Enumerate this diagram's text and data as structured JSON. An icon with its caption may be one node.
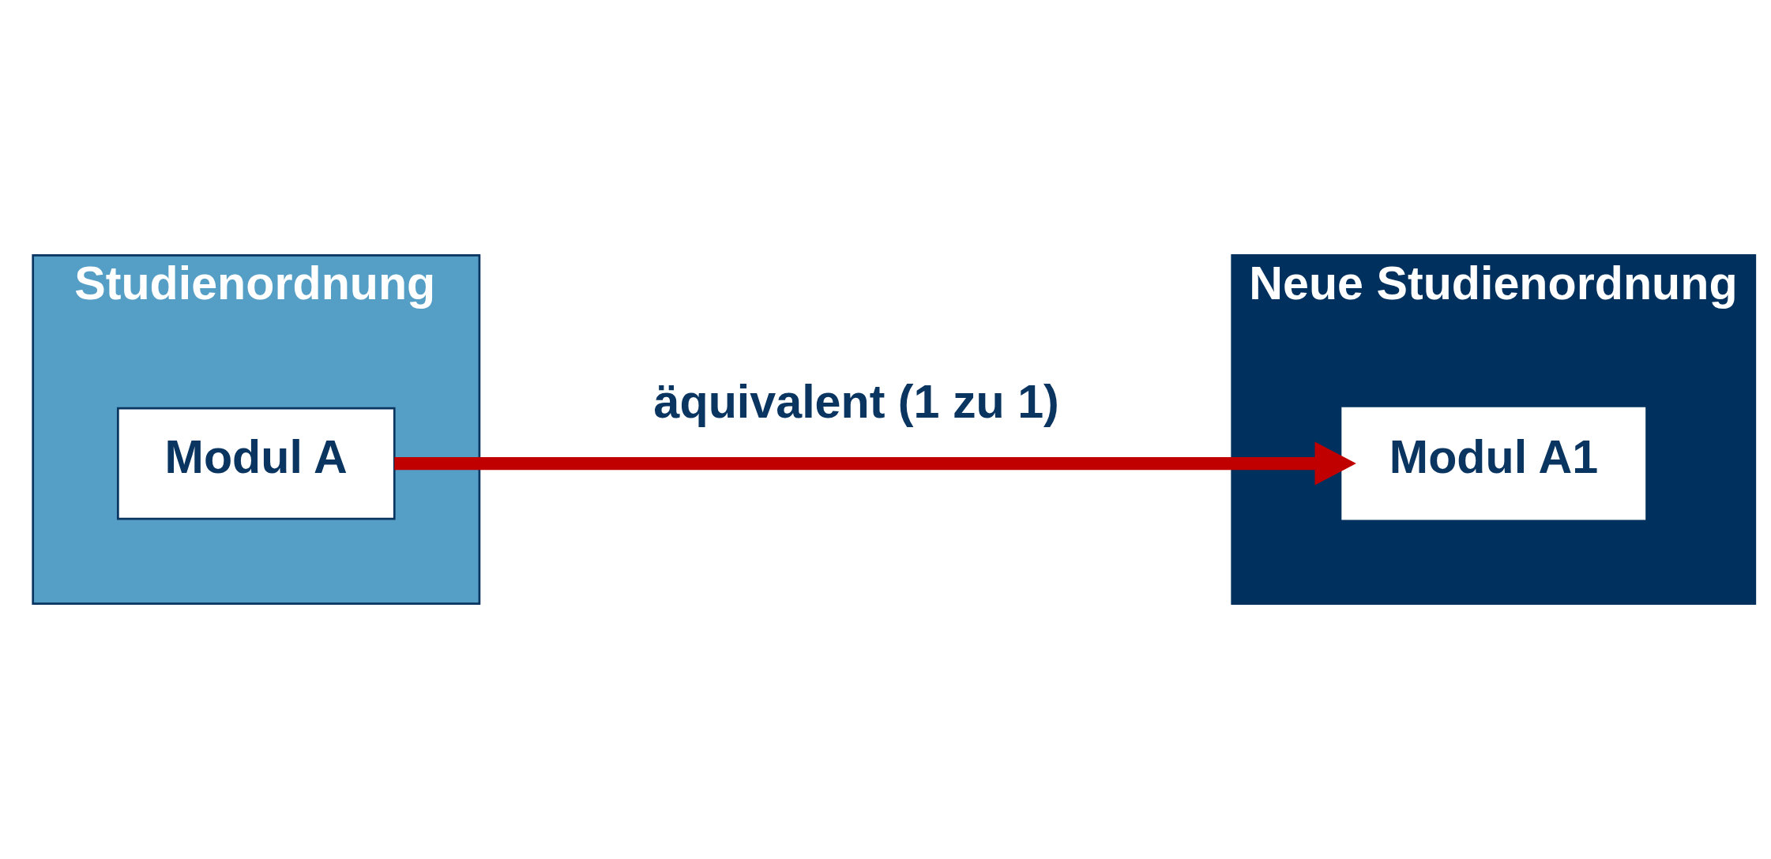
{
  "diagram": {
    "nodes": [
      {
        "text": [
          "Studienordnung"
        ]
      },
      {
        "text": [
          "Modul A"
        ],
        "in": 0
      },
      {
        "text": [
          "Neue Studienordnung"
        ]
      },
      {
        "text": [
          "Modul A1"
        ],
        "in": 2
      }
    ],
    "edges": [
      {
        "from": 1,
        "to": 3,
        "arrow": "to",
        "label": "äquivalent (1 zu 1)",
        "color": "#c00000"
      }
    ]
  }
}
